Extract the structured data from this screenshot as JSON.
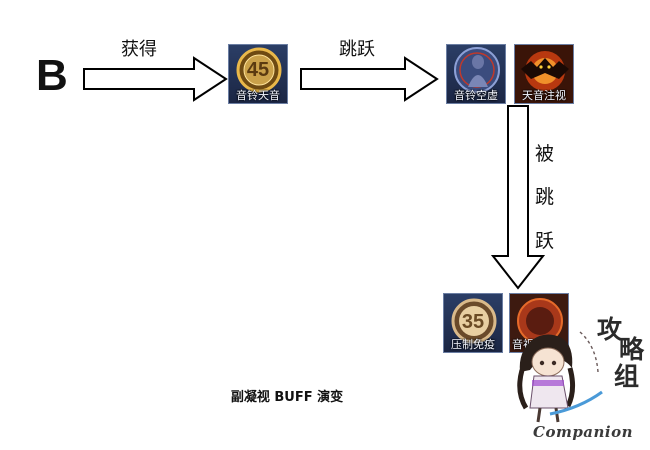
{
  "diagram": {
    "label_b": "B",
    "arrow1_label": "获得",
    "arrow2_label": "跳跃",
    "arrow3_label": [
      "被",
      "跳",
      "跃"
    ],
    "caption": "副凝视 BUFF 演变",
    "icons": {
      "icon1": {
        "caption": "音铃天音",
        "number": "45"
      },
      "icon2": {
        "caption": "音铃空虚"
      },
      "icon3": {
        "caption": "天音注视"
      },
      "icon4": {
        "caption": "压制免疫",
        "number": "35"
      },
      "icon5": {
        "caption": "音视"
      }
    }
  },
  "watermark": {
    "text": "Companion",
    "brush_chars": [
      "攻",
      "略",
      "组"
    ]
  },
  "colors": {
    "arrow_fill": "#ffffff",
    "arrow_stroke": "#000000",
    "icon_frame": "#6b7ea3",
    "gold": "#e9b84a",
    "fire": "#e24a1c"
  }
}
